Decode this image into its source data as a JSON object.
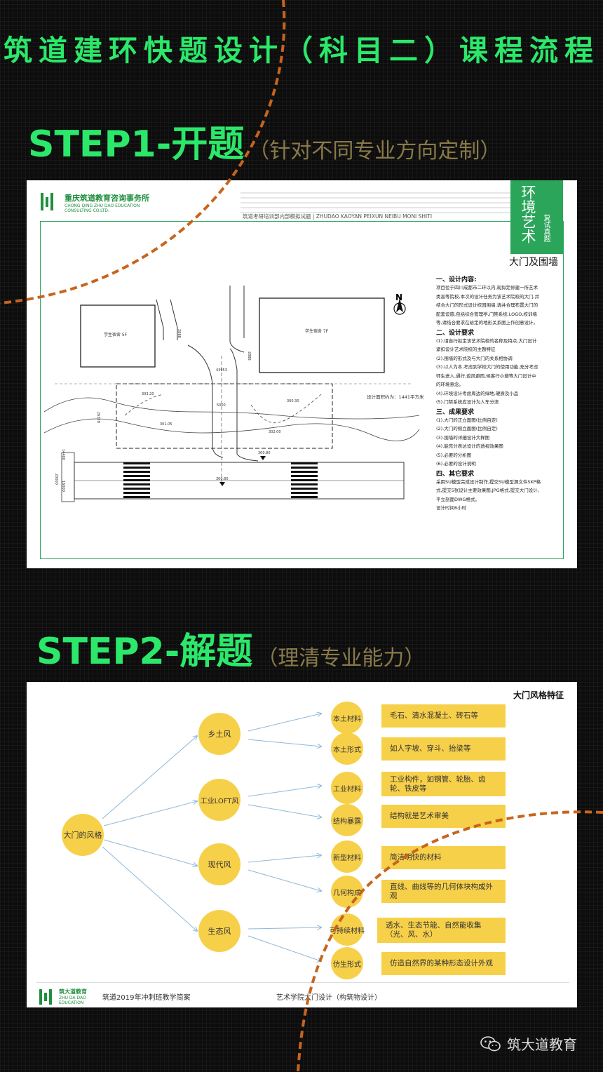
{
  "header": {
    "title": "筑道建环快题设计（科目二）课程流程"
  },
  "step1": {
    "title": "STEP1-开题",
    "subtitle": "（针对不同专业方向定制）",
    "panel": {
      "company_cn": "重庆筑道教育咨询事务所",
      "company_en_1": "CHONG QING ZHU DAO EDUCATION",
      "company_en_2": "CONSULTING CO.LTD.",
      "doc_header": "筑道考研培训部内部模拟试题 | ZHUDAO KAOYAN PEIXUN NEIBU MONI SHITI",
      "tag_main": "环境艺术",
      "tag_side": "复试真题",
      "topic": "大门及围墙",
      "north": "N",
      "building_left": "学生宿舍 5F",
      "building_right": "学生宿舍 7F",
      "area_label": "设计面积约为：1441平方米",
      "dims": [
        "2888",
        "2888",
        "43953",
        "5000",
        "26328",
        "14400",
        "20000",
        "16000",
        "300.80",
        "300.80",
        "301.05",
        "303.20",
        "300.30",
        "302.00"
      ],
      "sections": [
        {
          "heading": "一、设计内容:",
          "lines": [
            "项目位于四川成都市二环以内,现拟定修建一所艺术",
            "类高等院校,本次的设计任务为该艺术院校的大门,并",
            "结合大门的形式设计校园围墙,请并合理布置大门的",
            "配套设施,包括综合管理亭,门禁系统,LOGO,校训墙",
            "等,请结合要求在给定的地形关系图上作创意设计。"
          ]
        },
        {
          "heading": "二、设计要求",
          "lines": [
            "(1).请自行拟定该艺术院校的名称及特点,大门设计",
            "紧扣设计艺术院校的主题特征",
            "(2).围墙的形式及与大门的关系相协调",
            "(3).以人为本,考虑到学校大门的使用功能,充分考虑",
            "师生进入,通行,遮风避雨,候客行小憩等大门设计中",
            "的环境意念。",
            "(4).环境设计考虑周边的绿地,硬质及小品",
            "(5).门禁系统应设计为人车分流"
          ]
        },
        {
          "heading": "三、成果要求",
          "lines": [
            "(1).大门的正立面图(比例自定)",
            "(2).大门的侧立面图(比例自定)",
            "(3).围墙的详细设计大样图",
            "(4).能充分表达设计的透视效果图",
            "(5).必要的分析图",
            "(6).必要的设计说明"
          ]
        },
        {
          "heading": "四、其它要求",
          "lines": [
            "采用SU模型完成设计制作,提交SU模型源文件SKP格",
            "式,提交5张设计主要效果图,JPG格式,提交大门设计,",
            "平立剖面DWG格式。",
            "设计时间6小时"
          ]
        }
      ]
    }
  },
  "step2": {
    "title": "STEP2-解题",
    "subtitle": "（理清专业能力）",
    "panel": {
      "title": "大门风格特征",
      "root": "大门的风格",
      "styles": [
        {
          "label": "乡土风",
          "items": [
            {
              "node": "本土材料",
              "desc": "毛石、清水混凝土、砖石等"
            },
            {
              "node": "本土形式",
              "desc": "如人字坡、穿斗、抬梁等"
            }
          ]
        },
        {
          "label": "工业LOFT风",
          "items": [
            {
              "node": "工业材料",
              "desc": "工业构件，如钢管、轮胎、齿轮、铁皮等"
            },
            {
              "node": "结构暴露",
              "desc": "结构就是艺术审美"
            }
          ]
        },
        {
          "label": "现代风",
          "items": [
            {
              "node": "新型材料",
              "desc": "简洁明快的材料"
            },
            {
              "node": "几何构成",
              "desc": "直线、曲线等的几何体块构成外观"
            }
          ]
        },
        {
          "label": "生态风",
          "items": [
            {
              "node": "可持续材料",
              "desc": "透水、生态节能、自然能收集（光、风、水）"
            },
            {
              "node": "仿生形式",
              "desc": "仿造自然界的某种形态设计外观"
            }
          ]
        }
      ],
      "footer_brand_cn": "筑大道教育",
      "footer_brand_en_1": "ZHU DA DAO",
      "footer_brand_en_2": "EDUCATION",
      "footer_course": "筑道2019年冲刺班教学简案",
      "footer_topic": "艺术学院大门设计（构筑物设计）"
    }
  },
  "watermark": {
    "text": "筑大道教育"
  },
  "colors": {
    "accent_green": "#2be86a",
    "node_yellow": "#f7d04a",
    "dash_orange": "#c8641e",
    "panel_green": "#2aa55a"
  }
}
